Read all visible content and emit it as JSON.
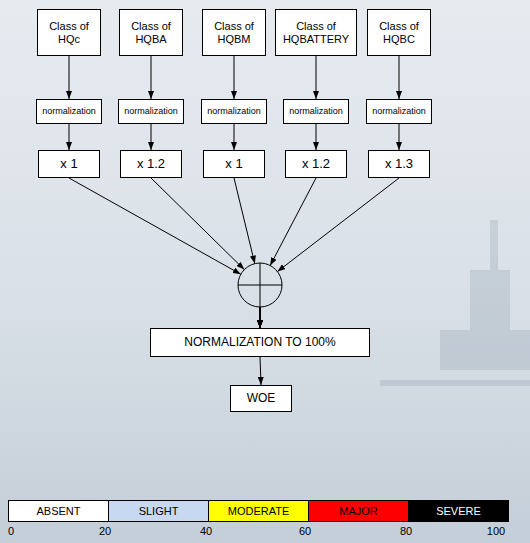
{
  "diagram": {
    "nodes": [
      {
        "text": [
          "Class of HQc"
        ]
      },
      {
        "text": [
          "Class of HQBA"
        ]
      },
      {
        "text": [
          "Class of HQBM"
        ]
      },
      {
        "text": [
          "Class of HQBATTERY"
        ]
      },
      {
        "text": [
          "Class of HQBC"
        ]
      },
      {
        "text": [
          "normalization"
        ]
      },
      {
        "text": [
          "normalization"
        ]
      },
      {
        "text": [
          "normalization"
        ]
      },
      {
        "text": [
          "normalization"
        ]
      },
      {
        "text": [
          "normalization"
        ]
      },
      {
        "text": [
          "x 1"
        ]
      },
      {
        "text": [
          "x 1.2"
        ]
      },
      {
        "text": [
          "x 1"
        ]
      },
      {
        "text": [
          "x 1.2"
        ]
      },
      {
        "text": [
          "x 1.3"
        ]
      },
      {
        "text": [
          "NORMALIZATION TO 100%"
        ]
      },
      {
        "text": [
          "WOE"
        ]
      }
    ],
    "edges": [
      {
        "from": 0,
        "to": 5,
        "arrow": "to"
      },
      {
        "from": 1,
        "to": 6,
        "arrow": "to"
      },
      {
        "from": 2,
        "to": 7,
        "arrow": "to"
      },
      {
        "from": 3,
        "to": 8,
        "arrow": "to"
      },
      {
        "from": 4,
        "to": 9,
        "arrow": "to"
      },
      {
        "from": 5,
        "to": 10,
        "arrow": "to"
      },
      {
        "from": 6,
        "to": 11,
        "arrow": "to"
      },
      {
        "from": 7,
        "to": 12,
        "arrow": "to"
      },
      {
        "from": 8,
        "to": 13,
        "arrow": "to"
      },
      {
        "from": 9,
        "to": 14,
        "arrow": "to"
      },
      {
        "from": 10,
        "to": 15,
        "arrow": "to"
      },
      {
        "from": 11,
        "to": 15,
        "arrow": "to"
      },
      {
        "from": 12,
        "to": 15,
        "arrow": "to"
      },
      {
        "from": 13,
        "to": 15,
        "arrow": "to"
      },
      {
        "from": 14,
        "to": 15,
        "arrow": "to"
      },
      {
        "from": 15,
        "to": 16,
        "arrow": "to"
      }
    ],
    "labels": [
      "0",
      "20",
      "40",
      "60",
      "80",
      "100"
    ],
    "legend": [
      {
        "text": "ABSENT",
        "color": "#ffffff"
      },
      {
        "text": "SLIGHT",
        "color": "#c6d9f1"
      },
      {
        "text": "MODERATE",
        "color": "#ffff00"
      },
      {
        "text": "MAJOR",
        "color": "#ff0000"
      },
      {
        "text": "SEVERE",
        "color": "#000000"
      }
    ]
  }
}
